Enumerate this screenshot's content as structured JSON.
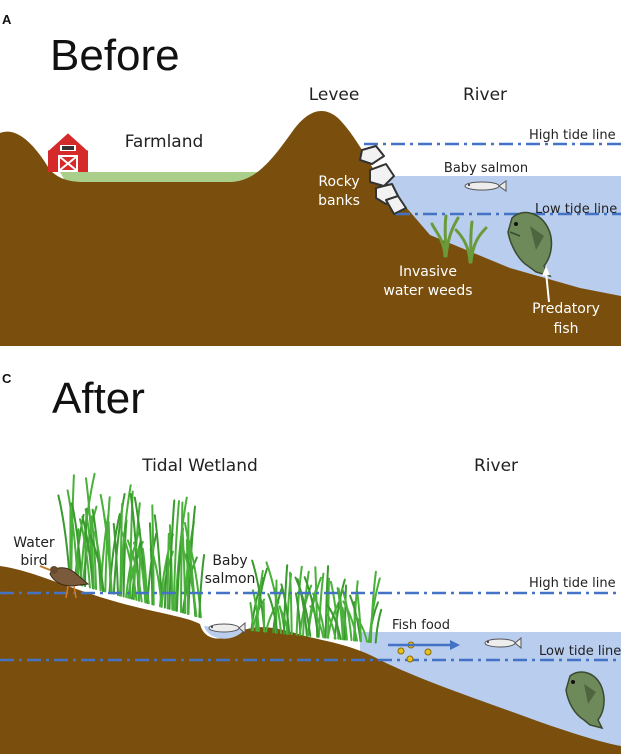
{
  "colors": {
    "soil": "#7a4f0d",
    "water": "#b9cdee",
    "farmland": "#a9cf8a",
    "tide_line": "#4472c4",
    "barn": "#d42a2a",
    "grass": "#49b03a",
    "fish_food": "#e8c020"
  },
  "before": {
    "panel_letter": "A",
    "title": "Before",
    "levee": "Levee",
    "river": "River",
    "farmland": "Farmland",
    "high_tide": "High tide line",
    "low_tide": "Low tide line",
    "baby_salmon": "Baby salmon",
    "rocky_banks": [
      "Rocky",
      "banks"
    ],
    "invasive_weeds": [
      "Invasive",
      "water weeds"
    ],
    "predatory_fish": [
      "Predatory",
      "fish"
    ],
    "icons": [
      "barn-icon",
      "rocks-icon",
      "salmon-icon",
      "weeds-icon",
      "bass-icon"
    ]
  },
  "after": {
    "panel_letter": "C",
    "title": "After",
    "tidal_wetland": "Tidal Wetland",
    "river": "River",
    "water_bird": [
      "Water",
      "bird"
    ],
    "baby_salmon": [
      "Baby",
      "salmon"
    ],
    "high_tide": "High tide line",
    "low_tide": "Low tide line",
    "fish_food": "Fish food",
    "icons": [
      "bird-icon",
      "grass-icon",
      "salmon-icon",
      "fish-food-icon",
      "bass-icon"
    ]
  }
}
